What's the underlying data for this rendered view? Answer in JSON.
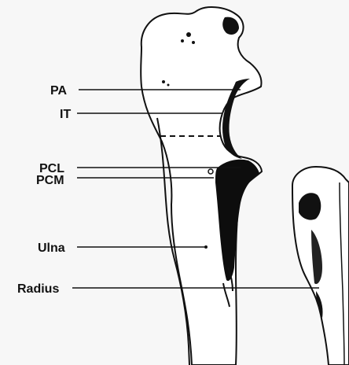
{
  "labels": {
    "pa": "PA",
    "it": "IT",
    "pcl": "PCL",
    "pcm": "PCM",
    "ulna": "Ulna",
    "radius": "Radius"
  },
  "colors": {
    "bone_fill": "#ffffff",
    "outline": "#111111",
    "shadow": "#0d0d0d",
    "background": "#f7f7f7"
  }
}
